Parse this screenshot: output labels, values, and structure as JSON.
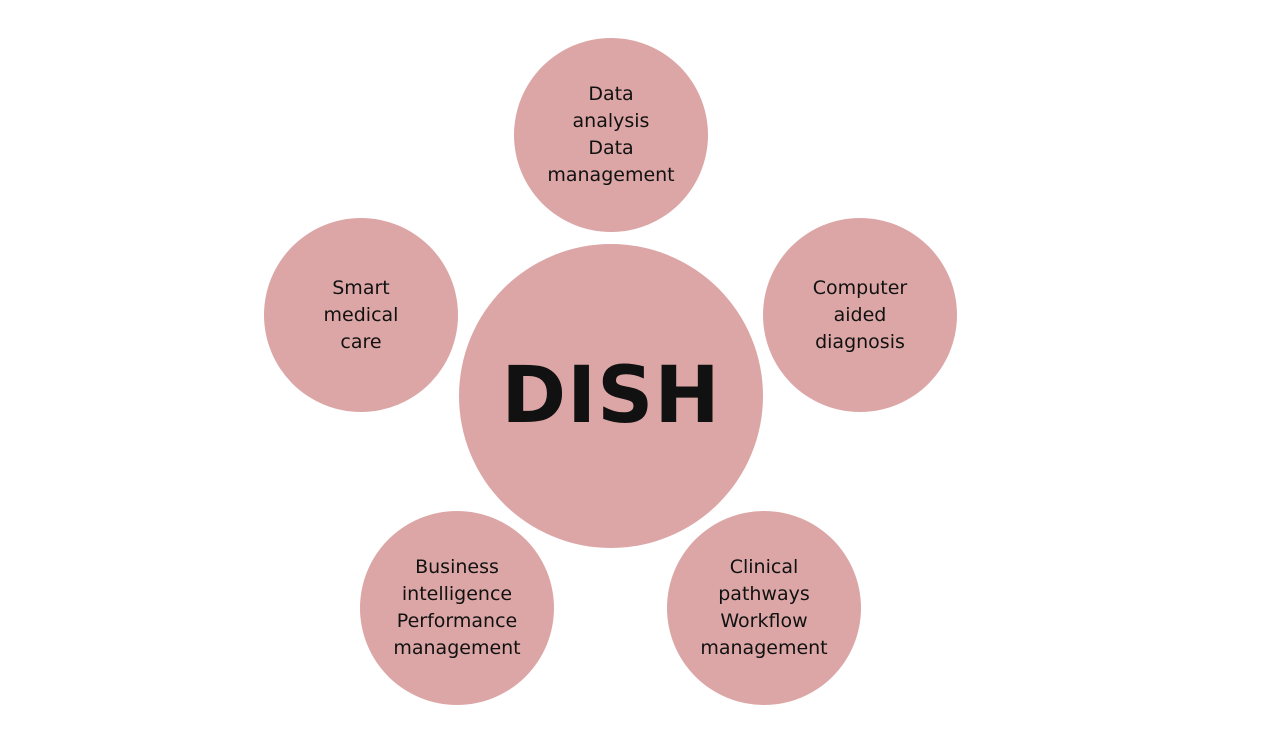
{
  "diagram": {
    "center": {
      "label": "DISH"
    },
    "nodes": [
      {
        "id": "top",
        "label": "Data\nanalysis\nData\nmanagement"
      },
      {
        "id": "right",
        "label": "Computer\naided\ndiagnosis"
      },
      {
        "id": "left",
        "label": "Smart\nmedical\ncare"
      },
      {
        "id": "bottom-left",
        "label": "Business\nintelligence\nPerformance\nmanagement"
      },
      {
        "id": "bottom-right",
        "label": "Clinical\npathways\nWorkflow\nmanagement"
      }
    ],
    "colors": {
      "fill": "#dca6a6",
      "text": "#111111"
    }
  }
}
